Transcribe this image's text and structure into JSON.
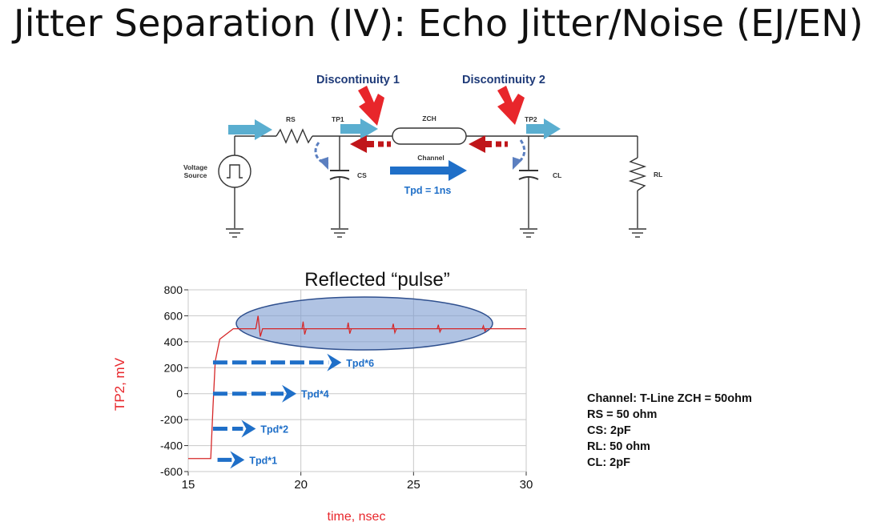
{
  "slide": {
    "title": "Jitter Separation (IV): Echo Jitter/Noise (EJ/EN)"
  },
  "circuit": {
    "discontinuity1": "Discontinuity 1",
    "discontinuity2": "Discontinuity 2",
    "source_label_1": "Voltage",
    "source_label_2": "Source",
    "rs": "RS",
    "tp1": "TP1",
    "zch": "ZCH",
    "tp2": "TP2",
    "channel": "Channel",
    "cs": "CS",
    "cl": "CL",
    "rl": "RL",
    "tpd": "Tpd = 1ns"
  },
  "specs": {
    "line1": "Channel: T-Line ZCH = 50ohm",
    "line2": "RS = 50 ohm",
    "line3": "CS: 2pF",
    "line4": "RL: 50 ohm",
    "line5": "CL: 2pF"
  },
  "chart_data": {
    "type": "line",
    "title": "Reflected “pulse”",
    "xlabel": "time, nsec",
    "ylabel": "TP2, mV",
    "xlim": [
      15,
      30
    ],
    "ylim": [
      -600,
      800
    ],
    "x_ticks": [
      15,
      20,
      25,
      30
    ],
    "y_ticks": [
      800,
      600,
      400,
      200,
      0,
      -200,
      -400,
      -600
    ],
    "grid": true,
    "series": [
      {
        "color": "#d62728",
        "x": [
          15,
          16,
          16.1,
          16.2,
          16.4,
          17,
          18,
          18.1,
          18.2,
          18.3,
          30
        ],
        "y": [
          -500,
          -500,
          -100,
          250,
          420,
          500,
          500,
          600,
          440,
          500,
          500
        ]
      }
    ],
    "echo_markers_x": [
      18.1,
      20.1,
      22.1,
      24.1,
      26.1,
      28.1
    ],
    "annotations": [
      {
        "text": "Tpd*1",
        "y": -510
      },
      {
        "text": "Tpd*2",
        "y": -270
      },
      {
        "text": "Tpd*4",
        "y": 0
      },
      {
        "text": "Tpd*6",
        "y": 240
      }
    ]
  }
}
